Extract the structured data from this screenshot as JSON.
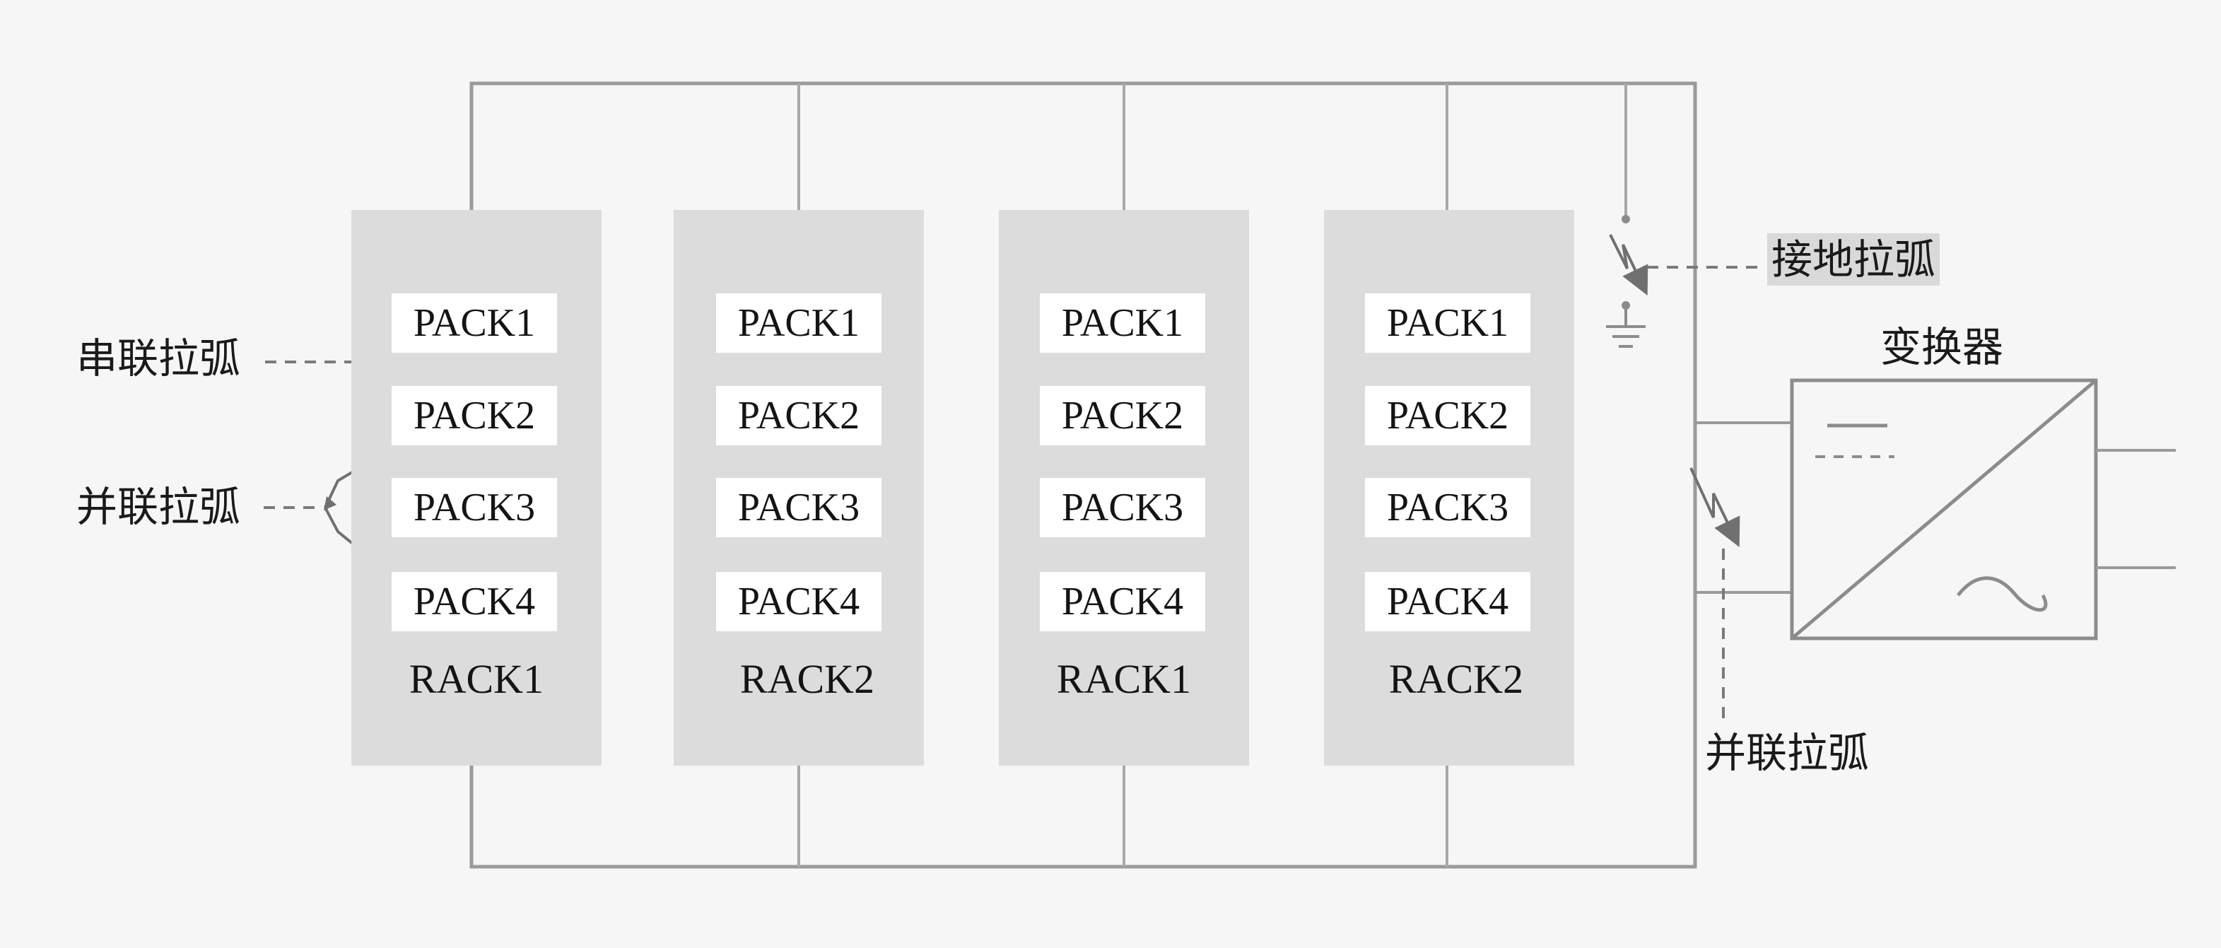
{
  "racks": [
    {
      "label": "RACK1",
      "packs": [
        "PACK1",
        "PACK2",
        "PACK3",
        "PACK4"
      ]
    },
    {
      "label": "RACK2",
      "packs": [
        "PACK1",
        "PACK2",
        "PACK3",
        "PACK4"
      ]
    },
    {
      "label": "RACK1",
      "packs": [
        "PACK1",
        "PACK2",
        "PACK3",
        "PACK4"
      ]
    },
    {
      "label": "RACK2",
      "packs": [
        "PACK1",
        "PACK2",
        "PACK3",
        "PACK4"
      ]
    }
  ],
  "labels": {
    "series_arc": "串联拉弧",
    "parallel_arc_left": "并联拉弧",
    "ground_arc": "接地拉弧",
    "converter": "变换器",
    "parallel_arc_right": "并联拉弧"
  },
  "colors": {
    "background": "#f6f6f6",
    "rack_fill": "#dcdcdc",
    "pack_fill": "#ffffff",
    "wire": "#9a9a9a",
    "arc": "#707070",
    "text": "#141414"
  }
}
